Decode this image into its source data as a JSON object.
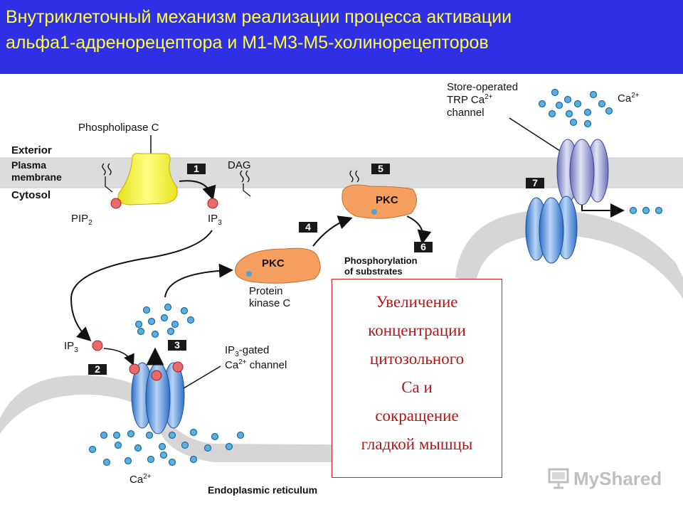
{
  "header": {
    "title_line1": "Внутриклеточный механизм реализации процесса активации",
    "title_line2": "альфа1-адренорецептора и М1-М3-М5-холинорецепторов"
  },
  "membrane": {
    "exterior": "Exterior",
    "plasma": "Plasma",
    "membrane": "membrane",
    "cytosol": "Cytosol"
  },
  "labels": {
    "phospholipase_c": "Phospholipase C",
    "pip": "PIP",
    "pip_sub": "2",
    "ip3_top": "IP",
    "ip3_top_sub": "3",
    "dag": "DAG",
    "pkc_membrane": "PKC",
    "pkc_cytosol": "PKC",
    "protein": "Protein",
    "kinase_c": "kinase C",
    "phosphorylation": "Phosphorylation",
    "of_substrates": "of substrates",
    "ip3_left": "IP",
    "ip3_left_sub": "3",
    "ip3_gated_a": "IP",
    "ip3_gated_sub": "3",
    "ip3_gated_b": "-gated",
    "ca_channel_a": "Ca",
    "ca_channel_sup": "2+",
    "ca_channel_b": " channel",
    "ca_bottom": "Ca",
    "ca_bottom_sup": "2+",
    "er": "Endoplasmic reticulum",
    "store_line1": "Store-operated",
    "trp_a": "TRP Ca",
    "trp_sup": "2+",
    "channel": "channel",
    "ca_top": "Ca",
    "ca_top_sup": "2+"
  },
  "steps": [
    "1",
    "2",
    "3",
    "4",
    "5",
    "6",
    "7"
  ],
  "note": {
    "lines": [
      "Увеличение",
      "концентрации",
      "цитозольного",
      "Са и",
      "сокращение",
      "гладкой мышцы"
    ]
  },
  "watermark": {
    "text": "MyShared",
    "icon": "projector-screen-icon"
  },
  "colors": {
    "header_bg": "#2f2fe6",
    "title": "#ffff3a",
    "membrane": "#dcdcdc",
    "phospholipase": "#ffff40",
    "pkc": "#f5a060",
    "channel": "#7aa8e6",
    "trp_channel": "#a6a8dc",
    "note_border": "#cc2222",
    "note_text": "#b01818"
  }
}
